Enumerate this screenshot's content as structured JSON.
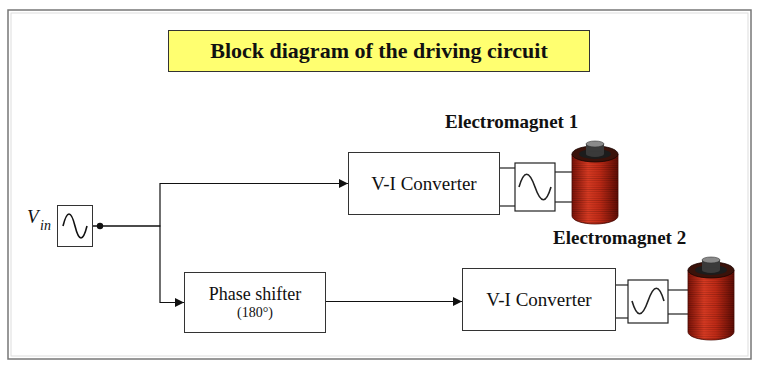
{
  "diagram": {
    "title": "Block diagram of the driving circuit",
    "nodes": [
      {
        "text": [
          "V",
          "in"
        ]
      },
      {
        "text": [
          "V-I Converter"
        ]
      },
      {
        "text": [
          "Phase shifter",
          "(180°)"
        ]
      },
      {
        "text": [
          "V-I Converter"
        ]
      }
    ],
    "edges": [
      {
        "from": 0,
        "to": 1,
        "arrow": "to"
      },
      {
        "from": 0,
        "to": 2,
        "arrow": "to"
      },
      {
        "from": 2,
        "to": 3,
        "arrow": "to"
      }
    ],
    "labels": [
      "Electromagnet 1",
      "Electromagnet 2"
    ]
  }
}
